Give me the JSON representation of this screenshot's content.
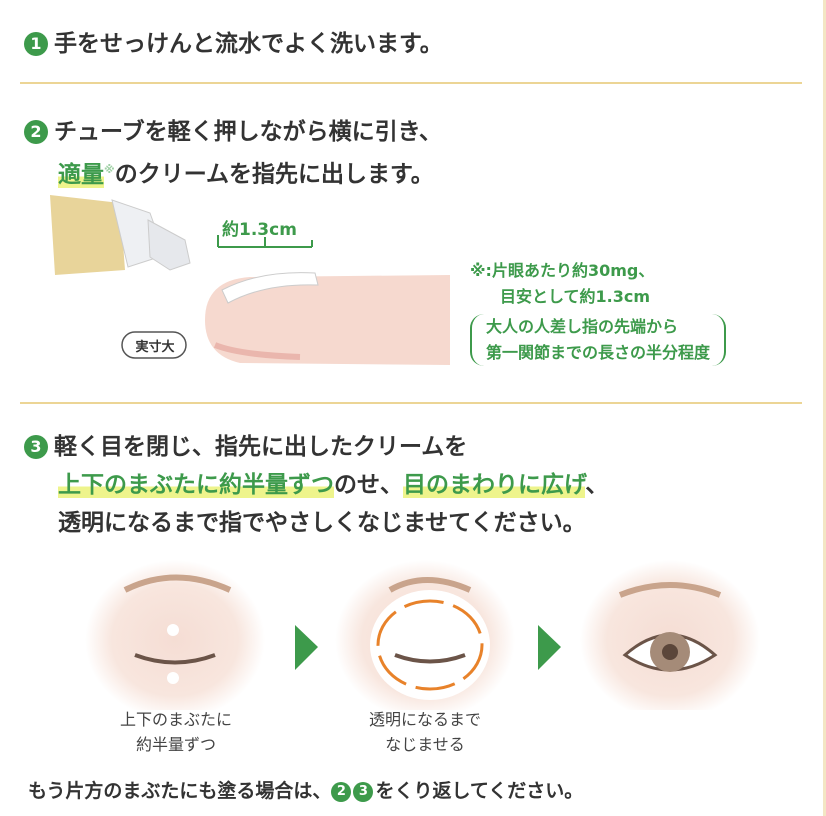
{
  "step1": {
    "num": "1",
    "text": "手をせっけんと流水でよく洗います。"
  },
  "step2": {
    "num": "2",
    "line1": "チューブを軽く押しながら横に引き、",
    "line2_hl": "適量",
    "line2_mark": "※",
    "line2_rest": "のクリームを指先に出します。",
    "measure": "約1.3cm",
    "actual_size": "実寸大",
    "note_line1": "※:片眼あたり約30mg、",
    "note_line2": "目安として約1.3cm",
    "note_paren1": "大人の人差し指の先端から",
    "note_paren2": "第一関節までの長さの半分程度"
  },
  "step3": {
    "num": "3",
    "line1": "軽く目を閉じ、指先に出したクリームを",
    "line2_hl1": "上下のまぶたに約半量ずつ",
    "line2_mid": "のせ、",
    "line2_hl2": "目のまわりに広げ",
    "line2_end": "、",
    "line3": "透明になるまで指でやさしくなじませてください。",
    "cap1_1": "上下のまぶたに",
    "cap1_2": "約半量ずつ",
    "cap2_1": "透明になるまで",
    "cap2_2": "なじませる"
  },
  "footer": {
    "pre": "もう片方のまぶたにも塗る場合は、",
    "n2": "2",
    "n3": "3",
    "post": "をくり返してください。"
  },
  "colors": {
    "green": "#3d9a4b",
    "divider": "#ecd595",
    "highlight": "#eef48c",
    "orange": "#e8822a"
  }
}
